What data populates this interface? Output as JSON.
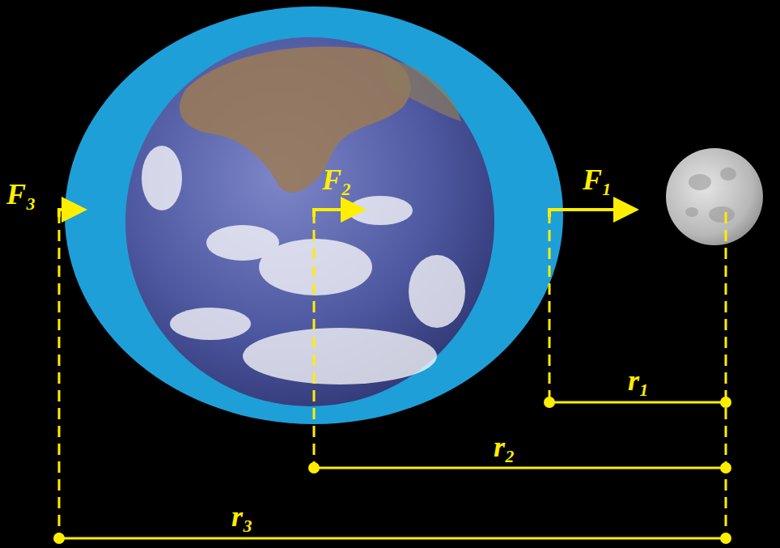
{
  "diagram": {
    "labels": [
      "F₃",
      "F₂",
      "F₁",
      "r₁",
      "r₂",
      "r₃"
    ]
  }
}
